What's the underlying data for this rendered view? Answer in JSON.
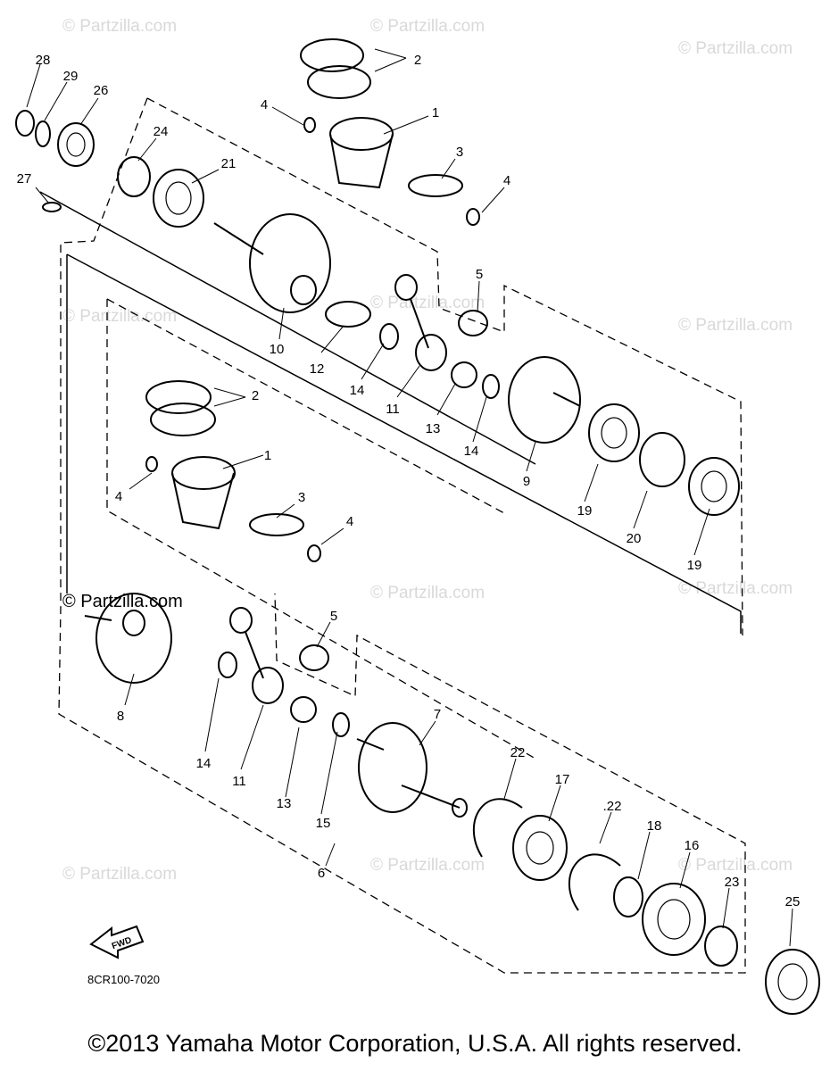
{
  "watermark": "© Partzilla.com",
  "diagram_code": "8CR100-7020",
  "fwd_label": "FWD",
  "copyright": "©2013 Yamaha Motor Corporation, U.S.A. All rights reserved.",
  "callouts": [
    {
      "label": "28",
      "name": "callout-28"
    },
    {
      "label": "29",
      "name": "callout-29"
    },
    {
      "label": "26",
      "name": "callout-26"
    },
    {
      "label": "27",
      "name": "callout-27"
    },
    {
      "label": "24",
      "name": "callout-24"
    },
    {
      "label": "21",
      "name": "callout-21"
    },
    {
      "label": "2",
      "name": "callout-2-top"
    },
    {
      "label": "4",
      "name": "callout-4-top-left"
    },
    {
      "label": "1",
      "name": "callout-1-top"
    },
    {
      "label": "3",
      "name": "callout-3-top"
    },
    {
      "label": "4",
      "name": "callout-4-top-right"
    },
    {
      "label": "5",
      "name": "callout-5-top"
    },
    {
      "label": "10",
      "name": "callout-10"
    },
    {
      "label": "12",
      "name": "callout-12"
    },
    {
      "label": "14",
      "name": "callout-14-top"
    },
    {
      "label": "11",
      "name": "callout-11-top"
    },
    {
      "label": "13",
      "name": "callout-13-top"
    },
    {
      "label": "14",
      "name": "callout-14-mid"
    },
    {
      "label": "9",
      "name": "callout-9"
    },
    {
      "label": "19",
      "name": "callout-19-left"
    },
    {
      "label": "20",
      "name": "callout-20"
    },
    {
      "label": "19",
      "name": "callout-19-right"
    },
    {
      "label": "2",
      "name": "callout-2-mid"
    },
    {
      "label": "1",
      "name": "callout-1-mid"
    },
    {
      "label": "4",
      "name": "callout-4-mid-left"
    },
    {
      "label": "3",
      "name": "callout-3-mid"
    },
    {
      "label": "4",
      "name": "callout-4-mid-right"
    },
    {
      "label": "5",
      "name": "callout-5-lower"
    },
    {
      "label": "8",
      "name": "callout-8"
    },
    {
      "label": "14",
      "name": "callout-14-lower"
    },
    {
      "label": "11",
      "name": "callout-11-lower"
    },
    {
      "label": "13",
      "name": "callout-13-lower"
    },
    {
      "label": "15",
      "name": "callout-15"
    },
    {
      "label": "7",
      "name": "callout-7"
    },
    {
      "label": "22",
      "name": "callout-22-left"
    },
    {
      "label": "17",
      "name": "callout-17"
    },
    {
      "label": ".22",
      "name": "callout-22-right"
    },
    {
      "label": "18",
      "name": "callout-18"
    },
    {
      "label": "16",
      "name": "callout-16"
    },
    {
      "label": "23",
      "name": "callout-23"
    },
    {
      "label": "25",
      "name": "callout-25"
    },
    {
      "label": "6",
      "name": "callout-6"
    }
  ]
}
